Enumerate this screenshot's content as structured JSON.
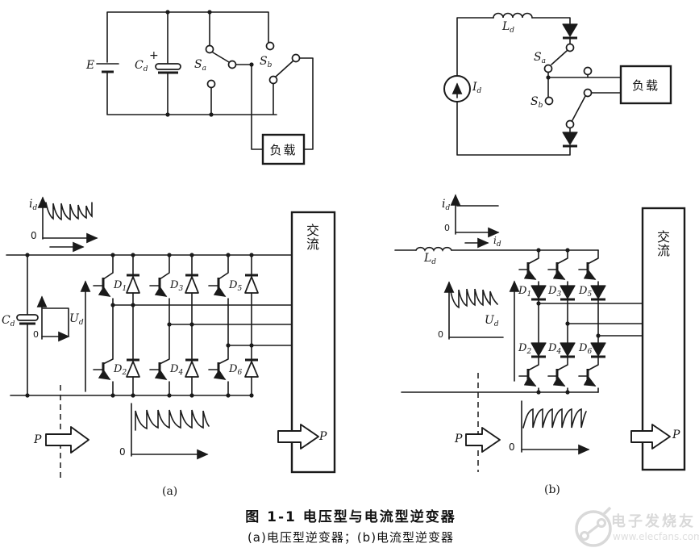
{
  "top_left_circuit": {
    "source": "E",
    "plus": "+",
    "capacitor": {
      "base": "C",
      "sub": "d"
    },
    "switch_a": {
      "base": "S",
      "sub": "a"
    },
    "switch_b": {
      "base": "S",
      "sub": "b"
    },
    "load": "负载"
  },
  "top_right_circuit": {
    "inductor": {
      "base": "L",
      "sub": "d"
    },
    "current_source": {
      "base": "I",
      "sub": "d"
    },
    "switch_a": {
      "base": "S",
      "sub": "a"
    },
    "switch_b": {
      "base": "S",
      "sub": "b"
    },
    "load": "负载"
  },
  "inverter_a": {
    "id_axis": {
      "label": {
        "base": "i",
        "sub": "d"
      },
      "origin": "0"
    },
    "ud_axis": {
      "label": {
        "base": "U",
        "sub": "d"
      },
      "origin": "0"
    },
    "capacitor": {
      "base": "C",
      "sub": "d"
    },
    "devices_top": [
      {
        "base": "D",
        "sub": "1"
      },
      {
        "base": "D",
        "sub": "3"
      },
      {
        "base": "D",
        "sub": "5"
      }
    ],
    "devices_bottom": [
      {
        "base": "D",
        "sub": "2"
      },
      {
        "base": "D",
        "sub": "4"
      },
      {
        "base": "D",
        "sub": "6"
      }
    ],
    "ac_box": "交流",
    "power_left": "P",
    "power_right": "P",
    "out_axis_origin": "0",
    "sublabel": "(a)"
  },
  "inverter_b": {
    "id_axis": {
      "label": {
        "base": "i",
        "sub": "d"
      },
      "origin": "0"
    },
    "current_arrow": {
      "base": "i",
      "sub": "d"
    },
    "inductor": {
      "base": "L",
      "sub": "d"
    },
    "ud_axis": {
      "label": {
        "base": "U",
        "sub": "d"
      },
      "origin": "0"
    },
    "devices_top": [
      {
        "base": "D",
        "sub": "1"
      },
      {
        "base": "D",
        "sub": "3"
      },
      {
        "base": "D",
        "sub": "5"
      }
    ],
    "devices_bottom": [
      {
        "base": "D",
        "sub": "2"
      },
      {
        "base": "D",
        "sub": "4"
      },
      {
        "base": "D",
        "sub": "6"
      }
    ],
    "ac_box": "交流",
    "power_left": "P",
    "power_right": "P",
    "out_axis_origin": "0",
    "sublabel": "(b)"
  },
  "caption": {
    "line1": "图 1-1  电压型与电流型逆变器",
    "line2": "(a)电压型逆变器；(b)电流型逆变器"
  },
  "watermark": {
    "brand": "电子发烧友",
    "site": "www.elecfans.com",
    "color": "#d9d9d9"
  }
}
